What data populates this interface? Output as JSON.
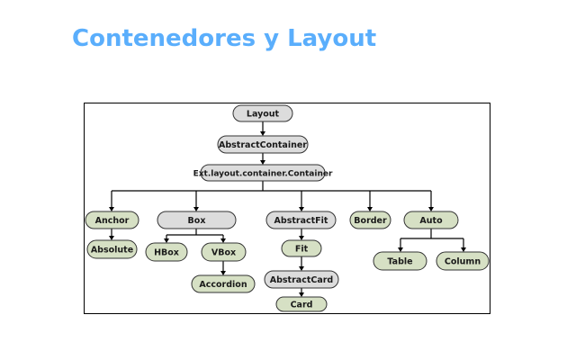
{
  "slide": {
    "title": "Contenedores y Layout"
  },
  "colors": {
    "title": "#5aaefc",
    "abstract_fill": "#dcdcdc",
    "concrete_fill": "#d6e0c4",
    "stroke": "#333333"
  },
  "diagram": {
    "nodes": {
      "layout": "Layout",
      "abstract_container": "AbstractContainer",
      "container": "Ext.layout.container.Container",
      "anchor": "Anchor",
      "absolute": "Absolute",
      "box": "Box",
      "hbox": "HBox",
      "vbox": "VBox",
      "accordion": "Accordion",
      "abstract_fit": "AbstractFit",
      "fit": "Fit",
      "abstract_card": "AbstractCard",
      "card": "Card",
      "border": "Border",
      "auto": "Auto",
      "table": "Table",
      "column": "Column"
    }
  }
}
